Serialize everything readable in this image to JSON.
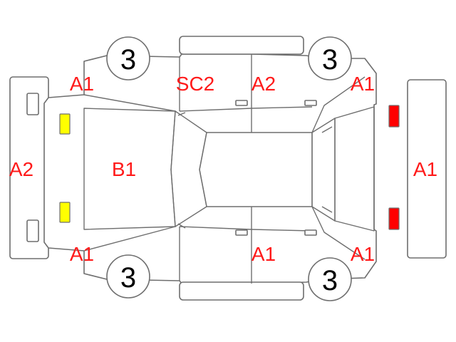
{
  "labels": {
    "front_left_fender": "A1",
    "front_right_fender": "A1",
    "front_door_top": "SC2",
    "rear_door_top": "A2",
    "rear_left_fender": "A1",
    "rear_right_fender": "A1",
    "rear_door_bottom": "A1",
    "front_bumper": "A2",
    "hood": "B1",
    "rear_bumper": "A1"
  },
  "wheels": {
    "front_top": "3",
    "rear_top": "3",
    "front_bottom": "3",
    "rear_bottom": "3"
  },
  "colors": {
    "label": "#ff1a1a",
    "outline": "#6e6e6e",
    "headlight": "#ffff00",
    "taillight": "#ff0000"
  }
}
